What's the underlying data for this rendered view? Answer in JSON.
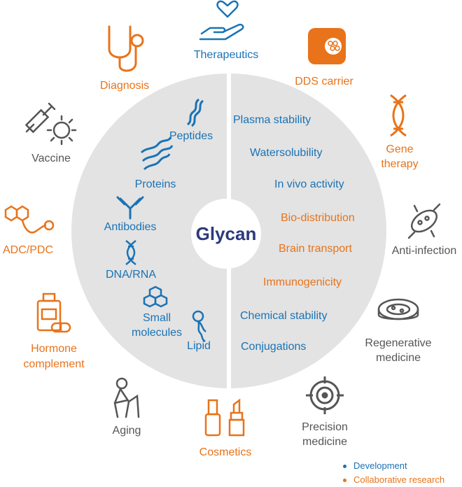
{
  "colors": {
    "development": "#1a73b5",
    "collaborative": "#e8731a",
    "neutral": "#555555",
    "circle": "#e3e3e3"
  },
  "center": {
    "label": "Glycan"
  },
  "left_items": {
    "peptides": "Peptides",
    "proteins": "Proteins",
    "antibodies": "Antibodies",
    "dna_rna": "DNA/RNA",
    "small_molecules": [
      "Small",
      "molecules"
    ],
    "lipid": "Lipid"
  },
  "right_items": {
    "plasma_stability": "Plasma stability",
    "watersolubility": "Watersolubility",
    "in_vivo": "In vivo activity",
    "bio_distribution": "Bio-distribution",
    "brain_transport": "Brain transport",
    "immunogenicity": "Immunogenicity",
    "chemical_stability": "Chemical stability",
    "conjugations": "Conjugations"
  },
  "outer": {
    "therapeutics": "Therapeutics",
    "dds_carrier": "DDS carrier",
    "gene_therapy": [
      "Gene",
      "therapy"
    ],
    "anti_infection": "Anti-infection",
    "regenerative": [
      "Regenerative",
      "medicine"
    ],
    "precision": [
      "Precision",
      "medicine"
    ],
    "cosmetics": "Cosmetics",
    "aging": "Aging",
    "hormone": [
      "Hormone",
      "complement"
    ],
    "adc_pdc": "ADC/PDC",
    "vaccine": "Vaccine",
    "diagnosis": "Diagnosis"
  },
  "legend": {
    "development": "Development",
    "collaborative": "Collaborative research"
  }
}
